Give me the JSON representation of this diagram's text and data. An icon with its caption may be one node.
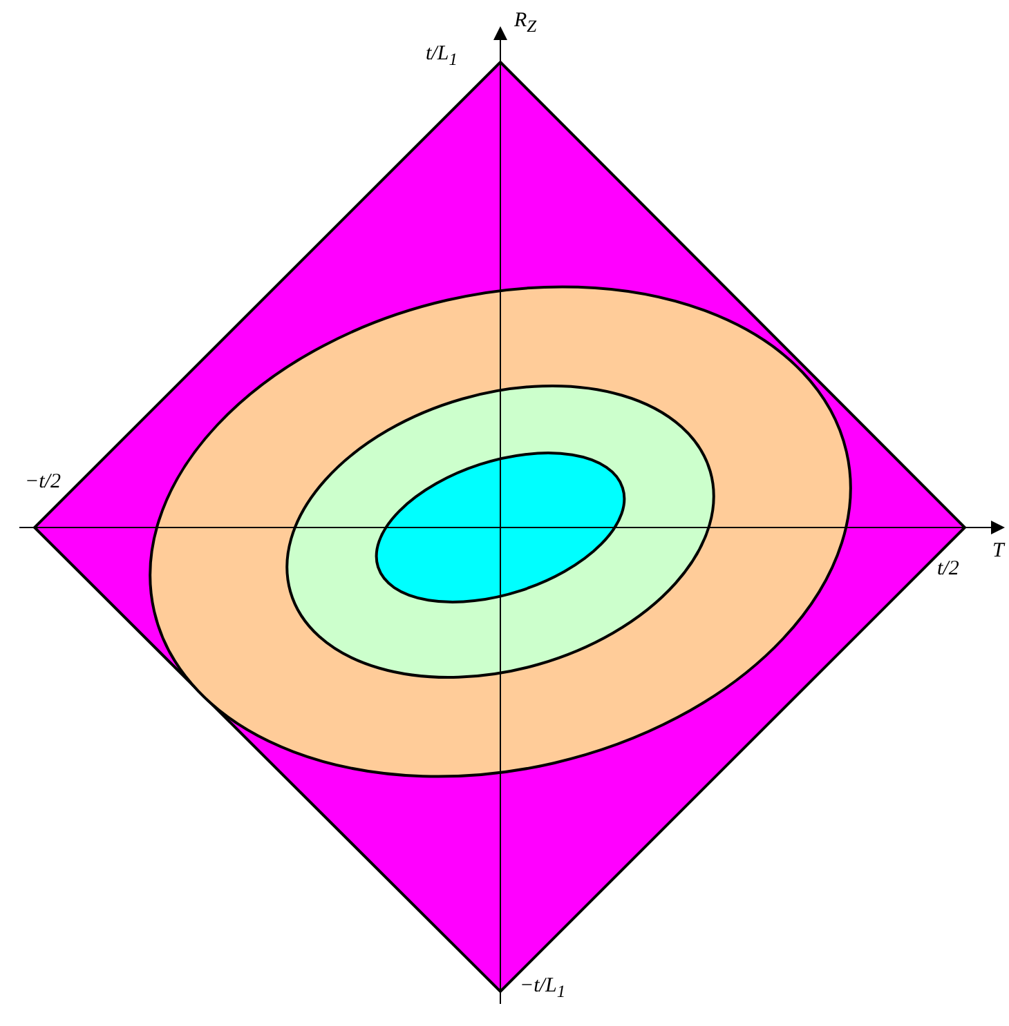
{
  "diagram": {
    "labels": [
      "R$_{Z}$",
      "t/L$_{1}$",
      "−t/2",
      "T",
      "t/2",
      "−t/L$_{1}$"
    ]
  }
}
